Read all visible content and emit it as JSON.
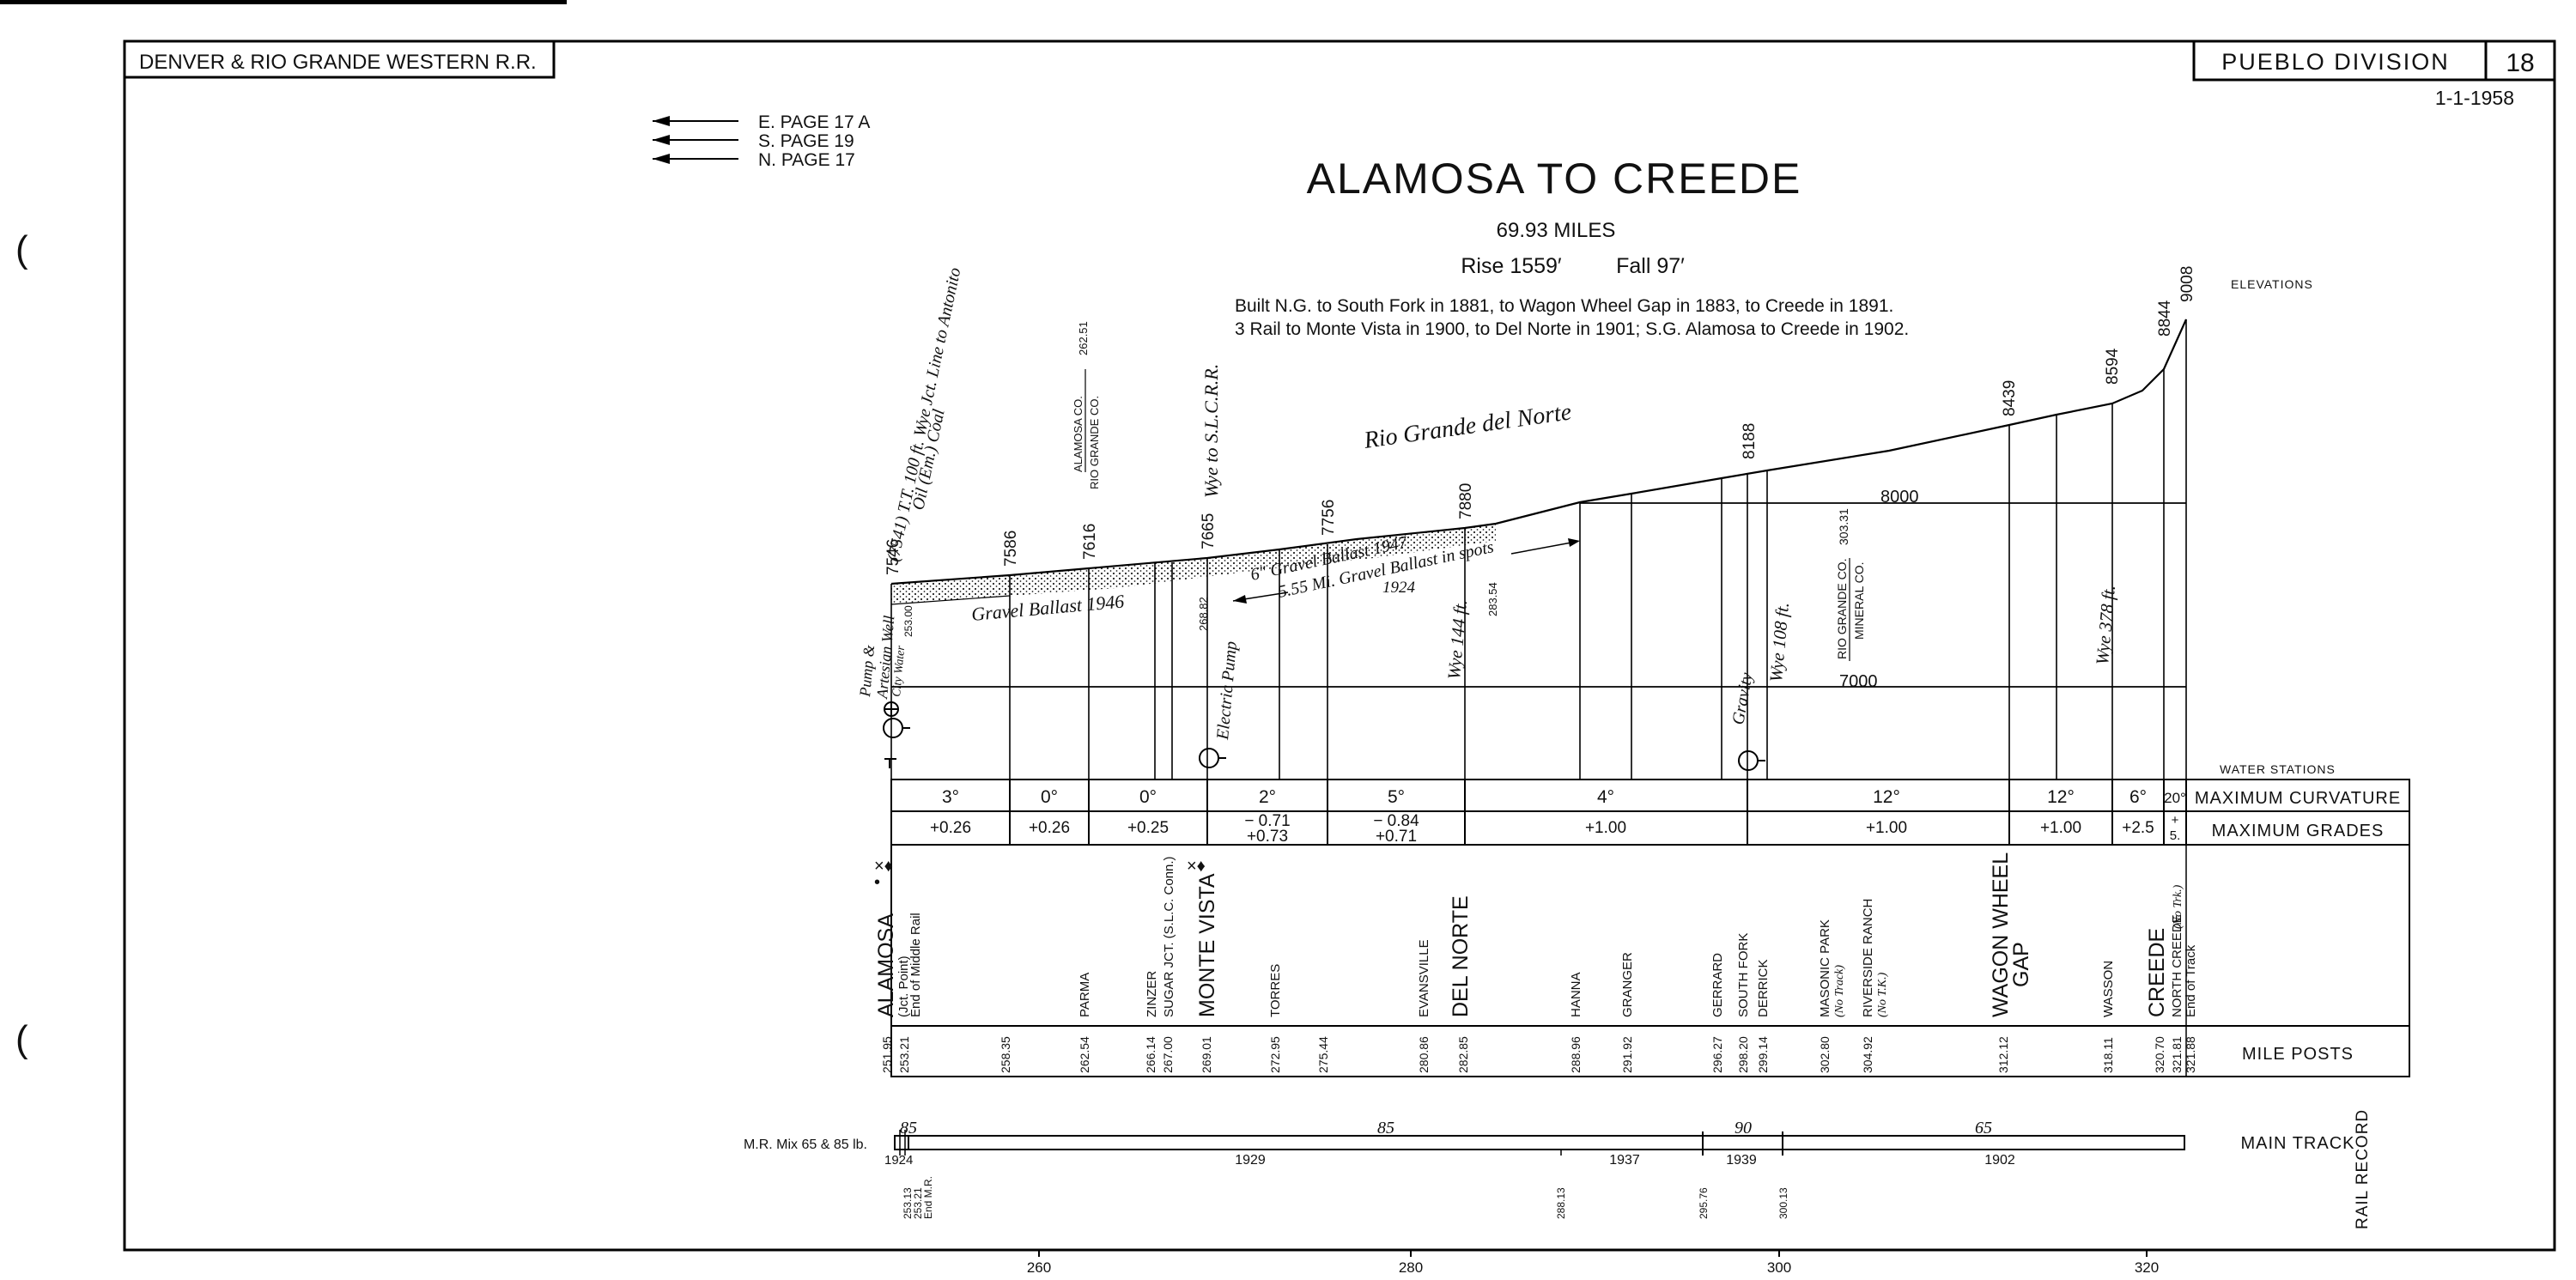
{
  "header": {
    "railroad": "DENVER & RIO GRANDE WESTERN  R.R.",
    "division": "PUEBLO DIVISION",
    "page_number": "18",
    "date": "1-1-1958"
  },
  "references": [
    {
      "label": "E.  PAGE  17 A"
    },
    {
      "label": "S.  PAGE  19"
    },
    {
      "label": "N.  PAGE  17"
    }
  ],
  "title": {
    "main": "ALAMOSA  TO  CREEDE",
    "miles": "69.93  MILES",
    "rise": "Rise 1559′",
    "fall": "Fall 97′",
    "history_1": "Built N.G. to South Fork in 1881, to Wagon Wheel Gap in 1883, to Creede in 1891.",
    "history_2": "3 Rail to Monte Vista in 1900, to Del Norte in 1901; S.G. Alamosa to Creede in 1902."
  },
  "profile": {
    "elevations_label": "ELEVATIONS",
    "river_label": "Rio Grande del Norte",
    "contour_8000": "8000",
    "contour_7000": "7000",
    "elevation_values": [
      "7546",
      "7586",
      "7616",
      "7665",
      "7756",
      "7880",
      "8188",
      "8439",
      "8594",
      "8844",
      "9008"
    ],
    "ballast": [
      "Gravel Ballast 1946",
      "6\" Gravel Ballast 1947",
      "5.55 Mi. Gravel Ballast in spots",
      "1924"
    ],
    "notes": {
      "alamosa_top_1": "(7541)  T.T. 100 ft.  Wye  Jct. Line to Antonito",
      "alamosa_top_2": "Oil (Em.)  Coal",
      "alamosa_bottom_1": "Pump &",
      "alamosa_bottom_2": "Artesian Well",
      "alamosa_bottom_3": "City Water",
      "alamosa_bottom_4": "253.00",
      "alamosa_co": "ALAMOSA  CO.",
      "rio_grande_co": "RIO GRANDE  CO.",
      "county_mp_1": "262.51",
      "wye_slcrr": "Wye to S.L.C.R.R.",
      "electric_pump": "Electric Pump",
      "mp_268_82": "268.82",
      "wye_144": "Wye 144 ft.",
      "mp_283_54": "283.54",
      "gravity": "Gravity",
      "wye_108": "Wye 108 ft.",
      "rio_grande_co_2": "RIO GRANDE  CO.",
      "mineral_co": "MINERAL  CO.",
      "county_mp_2": "303.31",
      "wye_378": "Wye 378 ft."
    }
  },
  "water_stations_label": "WATER STATIONS",
  "curvature": {
    "label": "MAXIMUM  CURVATURE",
    "values": [
      "3°",
      "0°",
      "0°",
      "2°",
      "5°",
      "4°",
      "12°",
      "12°",
      "6°",
      "20°"
    ]
  },
  "grades": {
    "label": "MAXIMUM  GRADES",
    "values": [
      "+0.26",
      "+0.26",
      "+0.25",
      "− 0.71",
      "+0.73",
      "− 0.84",
      "+0.71",
      "+1.00",
      "+1.00",
      "+1.00",
      "+2.5",
      "+",
      "5."
    ]
  },
  "stations": {
    "symbols": [
      "×♦",
      "•",
      "×♦"
    ],
    "items": [
      {
        "name": "ALAMOSA",
        "note": "(Jct. Point)",
        "note2": "End of Middle Rail",
        "major": true
      },
      {
        "name": "PARMA"
      },
      {
        "name": "ZINZER"
      },
      {
        "name": "SUGAR  JCT. (S.L.C. Conn.)"
      },
      {
        "name": "MONTE  VISTA",
        "major": true
      },
      {
        "name": "TORRES"
      },
      {
        "name": "EVANSVILLE"
      },
      {
        "name": "DEL  NORTE",
        "major": true
      },
      {
        "name": "HANNA"
      },
      {
        "name": "GRANGER"
      },
      {
        "name": "GERRARD"
      },
      {
        "name": "SOUTH  FORK"
      },
      {
        "name": "DERRICK"
      },
      {
        "name": "MASONIC  PARK",
        "note": "(No Track)"
      },
      {
        "name": "RIVERSIDE  RANCH",
        "note": "(No T.K.)"
      },
      {
        "name": "WAGON  WHEEL",
        "note": "GAP",
        "major": true
      },
      {
        "name": "WASSON"
      },
      {
        "name": "CREEDE",
        "major": true
      },
      {
        "name": "NORTH  CREEDE",
        "note": "(No Trk.)",
        "note2": "End of Track"
      }
    ]
  },
  "mileposts": {
    "label": "MILE  POSTS",
    "values": [
      "251.95",
      "253.21",
      "258.35",
      "262.54",
      "266.14",
      "267.00",
      "269.01",
      "272.95",
      "275.44",
      "280.86",
      "282.85",
      "288.96",
      "291.92",
      "296.27",
      "298.20",
      "299.14",
      "302.80",
      "304.92",
      "312.12",
      "318.11",
      "320.70",
      "321.81",
      "321.88"
    ]
  },
  "rail_record": {
    "label_main_track": "MAIN  TRACK",
    "label_rail_record": "RAIL  RECORD",
    "mix_note": "M.R. Mix 65 & 85 lb.",
    "weights": [
      "85",
      "85",
      "90",
      "65"
    ],
    "years": [
      "1924",
      "1929",
      "1937",
      "1939",
      "1902"
    ],
    "bottom_marks": [
      "253.13",
      "253.21",
      "End M.R.",
      "288.13",
      "295.76",
      "300.13"
    ]
  },
  "scale": {
    "ticks": [
      "260",
      "280",
      "300",
      "320"
    ]
  }
}
